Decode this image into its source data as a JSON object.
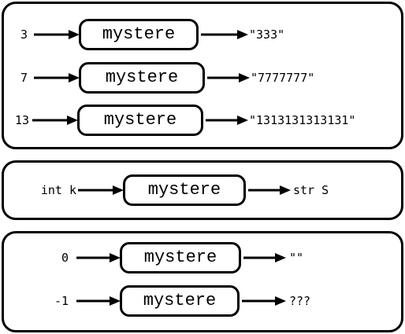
{
  "function_name": "mystere",
  "panels": [
    {
      "rows": [
        {
          "input": "3",
          "output": "\"333\""
        },
        {
          "input": "7",
          "output": "\"7777777\""
        },
        {
          "input": "13",
          "output": "\"1313131313131\""
        }
      ]
    },
    {
      "rows": [
        {
          "input": "int k",
          "output": "str S"
        }
      ]
    },
    {
      "rows": [
        {
          "input": "0",
          "output": "\"\""
        },
        {
          "input": "-1",
          "output": "???"
        }
      ]
    }
  ]
}
